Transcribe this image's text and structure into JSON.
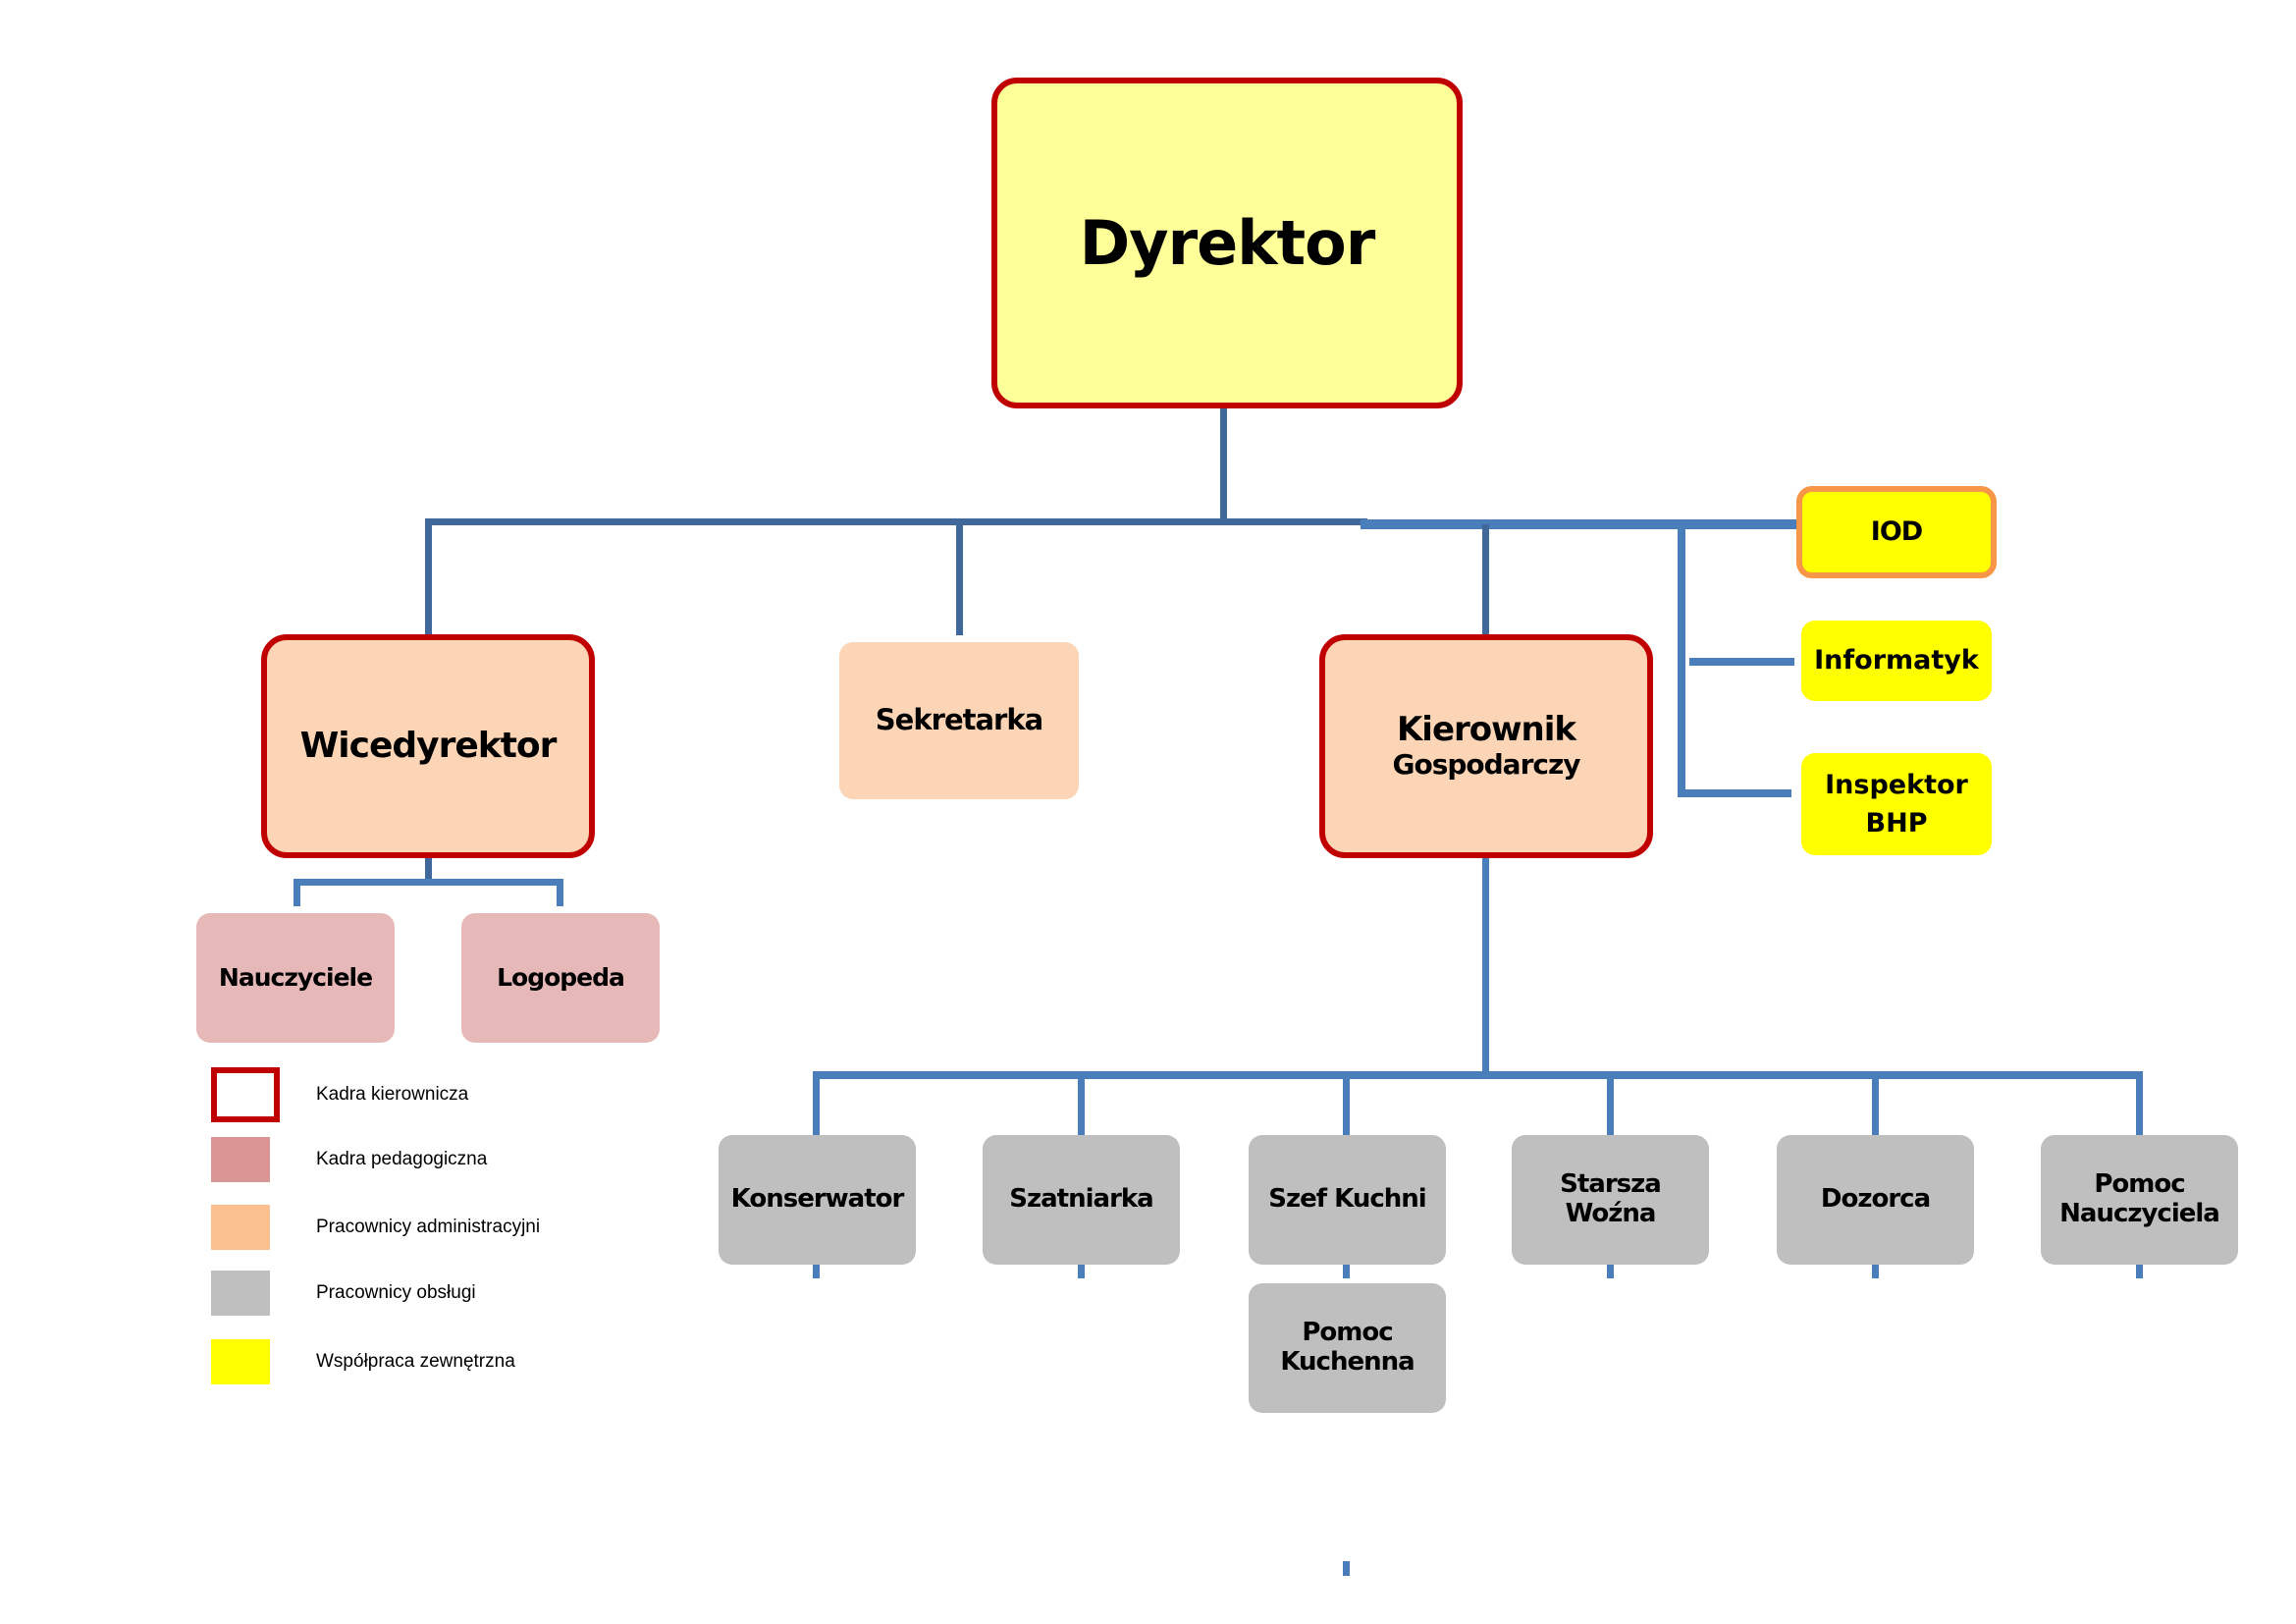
{
  "chart": {
    "director": {
      "title": "Dyrektor"
    },
    "level1": {
      "deputy": {
        "title": "Wicedyrektor"
      },
      "secretary": {
        "title": "Sekretarka"
      },
      "manager": {
        "line1": "Kierownik",
        "line2": "Gospodarczy"
      }
    },
    "external": {
      "iod": {
        "title": "IOD"
      },
      "it": {
        "title": "Informatyk"
      },
      "bhp": {
        "line1": "Inspektor",
        "line2": "BHP"
      }
    },
    "deputy_reports": [
      {
        "title": "Nauczyciele"
      },
      {
        "title": "Logopeda"
      }
    ],
    "manager_reports": [
      {
        "line1": "Konserwator",
        "line2": ""
      },
      {
        "line1": "Szatniarka",
        "line2": ""
      },
      {
        "line1": "Szef Kuchni",
        "line2": ""
      },
      {
        "line1": "Starsza Woźna",
        "line2": ""
      },
      {
        "line1": "Dozorca",
        "line2": ""
      },
      {
        "line1": "Pomoc",
        "line2": "Nauczyciela"
      }
    ],
    "kitchen_helper": {
      "line1": "Pomoc",
      "line2": "Kuchenna"
    }
  },
  "legend": [
    {
      "label": "Kadra kierownicza",
      "kind": "outline",
      "color": "#C00000"
    },
    {
      "label": "Kadra pedagogiczna",
      "kind": "fill",
      "color": "#D99694"
    },
    {
      "label": "Pracownicy administracyjni",
      "kind": "fill",
      "color": "#FAC090"
    },
    {
      "label": "Pracownicy obsługi",
      "kind": "fill",
      "color": "#BFBFBF"
    },
    {
      "label": "Współpraca zewnętrzna",
      "kind": "fill",
      "color": "#FFFF00"
    }
  ],
  "colors": {
    "management_border": "#C00000",
    "director_fill": "#FFFF99",
    "admin_fill": "#FBD5B5",
    "pedagogical_fill": "#E6B9B8",
    "service_fill": "#BFBFBF",
    "external_fill": "#FFFF00",
    "iod_border": "#F79646",
    "connector": "#4A7EBB"
  }
}
